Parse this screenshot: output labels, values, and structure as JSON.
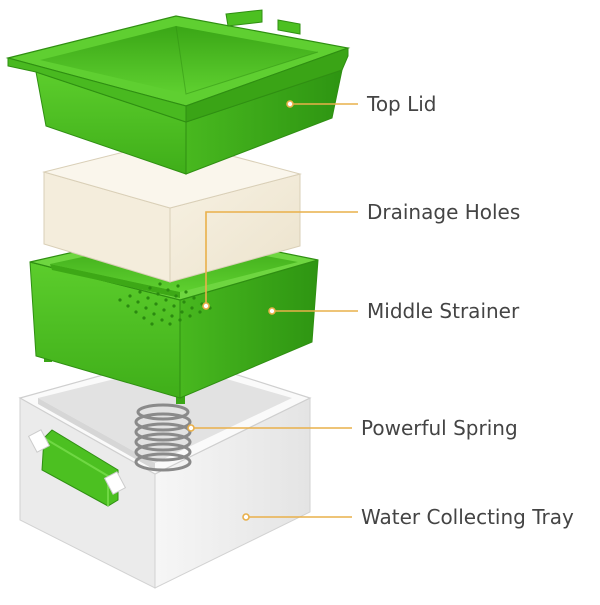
{
  "diagram": {
    "parts": [
      {
        "id": "top-lid",
        "label": "Top Lid"
      },
      {
        "id": "drainage-holes",
        "label": "Drainage Holes"
      },
      {
        "id": "middle-strainer",
        "label": "Middle Strainer"
      },
      {
        "id": "powerful-spring",
        "label": "Powerful Spring"
      },
      {
        "id": "water-collecting-tray",
        "label": "Water Collecting Tray"
      }
    ]
  },
  "colors": {
    "accent_green": "#4cc021",
    "green_dark": "#2f9a12",
    "green_light": "#6fd843",
    "tofu": "#f3ecdb",
    "tray": "#f3f3f3",
    "leader_line": "#e9b04a",
    "label_text": "#444444"
  }
}
